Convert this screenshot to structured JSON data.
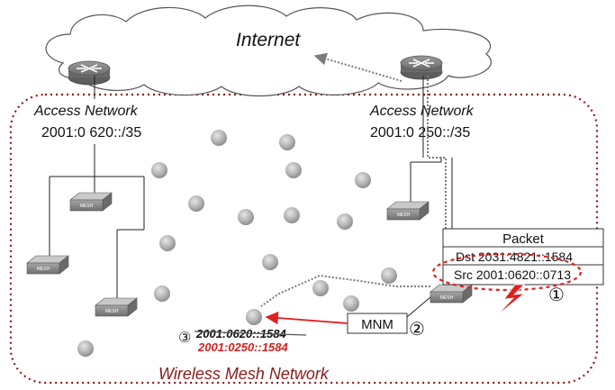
{
  "cloud": {
    "label": "Internet"
  },
  "access_networks": [
    {
      "title": "Access Network",
      "prefix": "2001:0 620::/35"
    },
    {
      "title": "Access Network",
      "prefix": "2001:0 250::/35"
    }
  ],
  "router_icon": "router-icon",
  "mesh_router_icon": "mesh-router-icon",
  "mesh_router_label": "MESH",
  "mesh_router_sublabel": "○○○○○○",
  "packet": {
    "title": "Packet",
    "dst": "Dst 2031:4821::1584",
    "src": "Src 2001:0620::0713"
  },
  "mnm": {
    "label": "MNM"
  },
  "step_markers": [
    "①",
    "②",
    "③"
  ],
  "address_change": {
    "old": "2001:0620::1584",
    "new": "2001:0250::1584"
  },
  "wmn_label": "Wireless Mesh Network",
  "colors": {
    "boundary": "#8b1a1a",
    "highlight": "#e02020",
    "node": "#b8b8b8",
    "mesh_router": "#8c8c8c",
    "cloud_stroke": "#555555"
  }
}
